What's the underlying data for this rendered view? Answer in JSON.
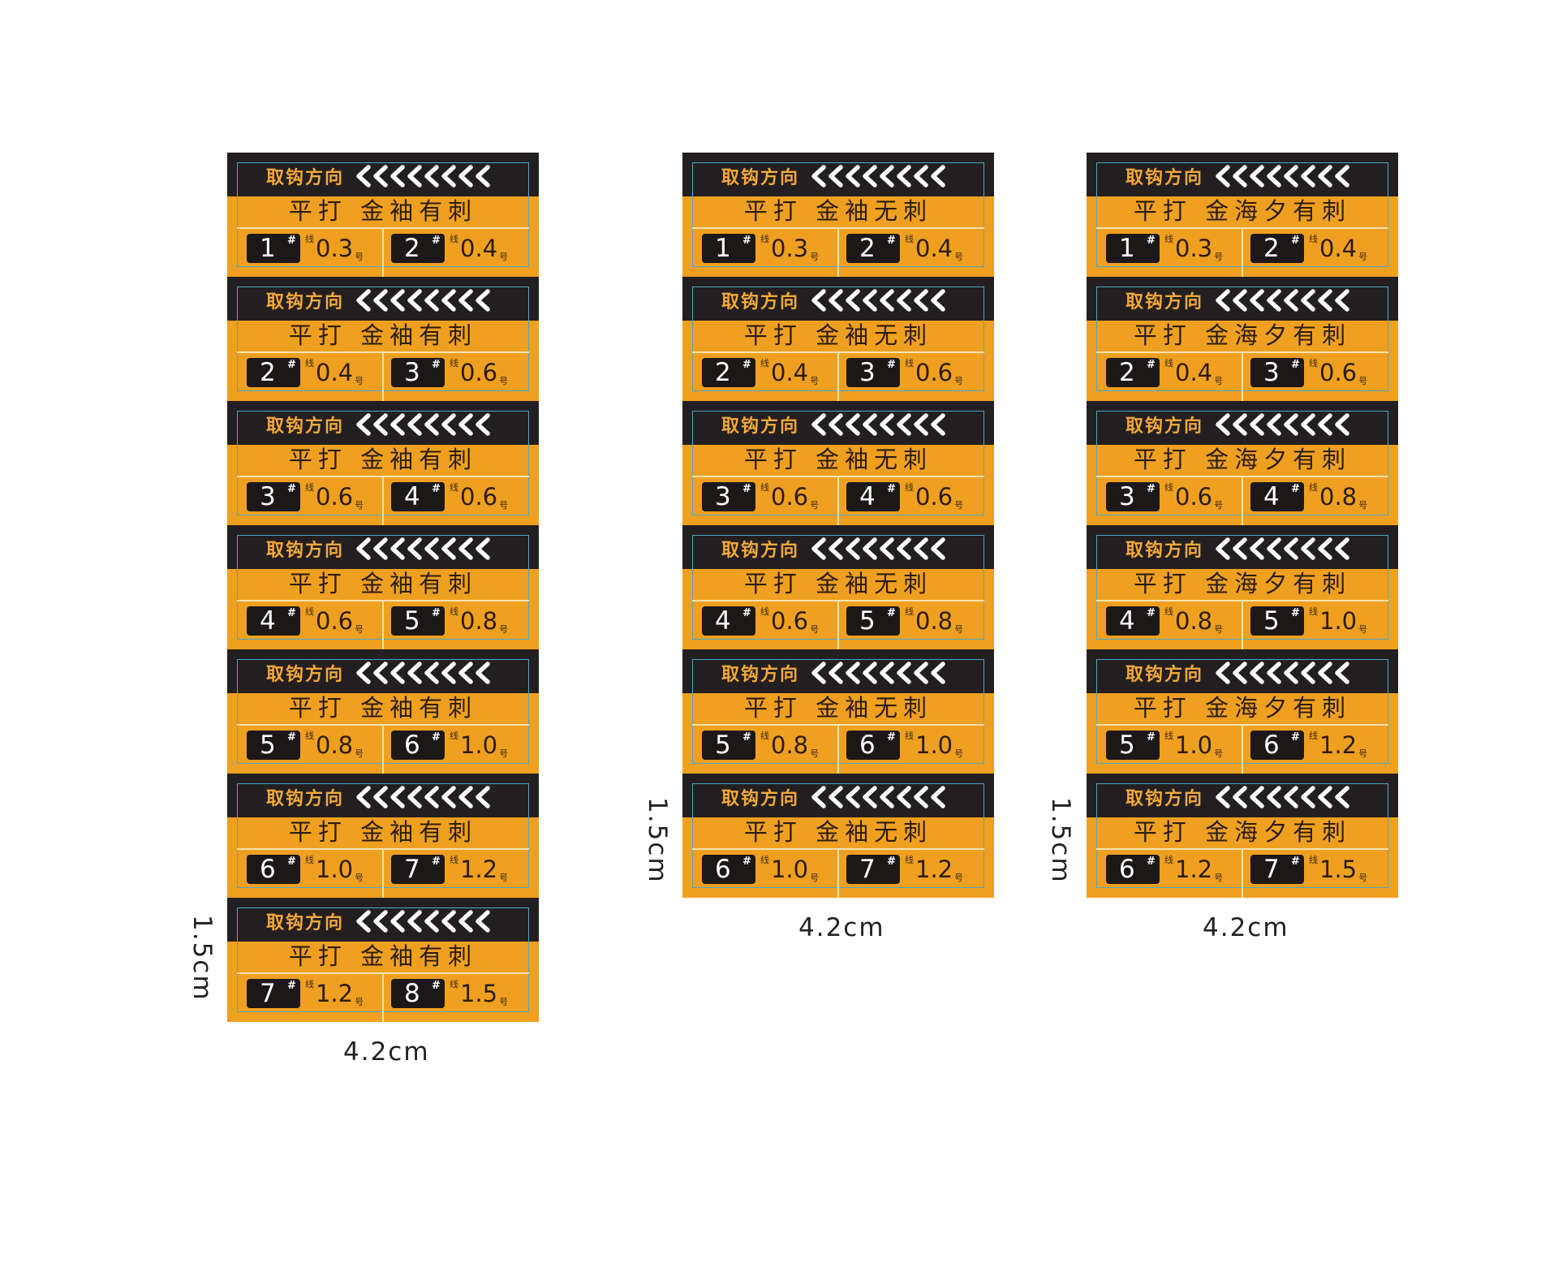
{
  "colors": {
    "label_orange": "#f0a020",
    "band_black": "#231f20",
    "direction_text": "#f4a93a",
    "frame_blue": "#4aa8c8"
  },
  "icon": "left-chevron-arrows",
  "columns": [
    {
      "width_label": "4.2cm",
      "height_label": "1.5cm",
      "labels": [
        {
          "direction": "取钩方向",
          "product": "平打 金袖有刺",
          "left": {
            "num": "1",
            "hash": "#",
            "line": "线",
            "size": "0.3",
            "unit": "号"
          },
          "right": {
            "num": "2",
            "hash": "#",
            "line": "线",
            "size": "0.4",
            "unit": "号"
          }
        },
        {
          "direction": "取钩方向",
          "product": "平打 金袖有刺",
          "left": {
            "num": "2",
            "hash": "#",
            "line": "线",
            "size": "0.4",
            "unit": "号"
          },
          "right": {
            "num": "3",
            "hash": "#",
            "line": "线",
            "size": "0.6",
            "unit": "号"
          }
        },
        {
          "direction": "取钩方向",
          "product": "平打 金袖有刺",
          "left": {
            "num": "3",
            "hash": "#",
            "line": "线",
            "size": "0.6",
            "unit": "号"
          },
          "right": {
            "num": "4",
            "hash": "#",
            "line": "线",
            "size": "0.6",
            "unit": "号"
          }
        },
        {
          "direction": "取钩方向",
          "product": "平打 金袖有刺",
          "left": {
            "num": "4",
            "hash": "#",
            "line": "线",
            "size": "0.6",
            "unit": "号"
          },
          "right": {
            "num": "5",
            "hash": "#",
            "line": "线",
            "size": "0.8",
            "unit": "号"
          }
        },
        {
          "direction": "取钩方向",
          "product": "平打 金袖有刺",
          "left": {
            "num": "5",
            "hash": "#",
            "line": "线",
            "size": "0.8",
            "unit": "号"
          },
          "right": {
            "num": "6",
            "hash": "#",
            "line": "线",
            "size": "1.0",
            "unit": "号"
          }
        },
        {
          "direction": "取钩方向",
          "product": "平打 金袖有刺",
          "left": {
            "num": "6",
            "hash": "#",
            "line": "线",
            "size": "1.0",
            "unit": "号"
          },
          "right": {
            "num": "7",
            "hash": "#",
            "line": "线",
            "size": "1.2",
            "unit": "号"
          }
        },
        {
          "direction": "取钩方向",
          "product": "平打 金袖有刺",
          "left": {
            "num": "7",
            "hash": "#",
            "line": "线",
            "size": "1.2",
            "unit": "号"
          },
          "right": {
            "num": "8",
            "hash": "#",
            "line": "线",
            "size": "1.5",
            "unit": "号"
          }
        }
      ]
    },
    {
      "width_label": "4.2cm",
      "height_label": "1.5cm",
      "labels": [
        {
          "direction": "取钩方向",
          "product": "平打 金袖无刺",
          "left": {
            "num": "1",
            "hash": "#",
            "line": "线",
            "size": "0.3",
            "unit": "号"
          },
          "right": {
            "num": "2",
            "hash": "#",
            "line": "线",
            "size": "0.4",
            "unit": "号"
          }
        },
        {
          "direction": "取钩方向",
          "product": "平打 金袖无刺",
          "left": {
            "num": "2",
            "hash": "#",
            "line": "线",
            "size": "0.4",
            "unit": "号"
          },
          "right": {
            "num": "3",
            "hash": "#",
            "line": "线",
            "size": "0.6",
            "unit": "号"
          }
        },
        {
          "direction": "取钩方向",
          "product": "平打 金袖无刺",
          "left": {
            "num": "3",
            "hash": "#",
            "line": "线",
            "size": "0.6",
            "unit": "号"
          },
          "right": {
            "num": "4",
            "hash": "#",
            "line": "线",
            "size": "0.6",
            "unit": "号"
          }
        },
        {
          "direction": "取钩方向",
          "product": "平打 金袖无刺",
          "left": {
            "num": "4",
            "hash": "#",
            "line": "线",
            "size": "0.6",
            "unit": "号"
          },
          "right": {
            "num": "5",
            "hash": "#",
            "line": "线",
            "size": "0.8",
            "unit": "号"
          }
        },
        {
          "direction": "取钩方向",
          "product": "平打 金袖无刺",
          "left": {
            "num": "5",
            "hash": "#",
            "line": "线",
            "size": "0.8",
            "unit": "号"
          },
          "right": {
            "num": "6",
            "hash": "#",
            "line": "线",
            "size": "1.0",
            "unit": "号"
          }
        },
        {
          "direction": "取钩方向",
          "product": "平打 金袖无刺",
          "left": {
            "num": "6",
            "hash": "#",
            "line": "线",
            "size": "1.0",
            "unit": "号"
          },
          "right": {
            "num": "7",
            "hash": "#",
            "line": "线",
            "size": "1.2",
            "unit": "号"
          }
        }
      ]
    },
    {
      "width_label": "4.2cm",
      "height_label": "1.5cm",
      "labels": [
        {
          "direction": "取钩方向",
          "product": "平打 金海夕有刺",
          "left": {
            "num": "1",
            "hash": "#",
            "line": "线",
            "size": "0.3",
            "unit": "号"
          },
          "right": {
            "num": "2",
            "hash": "#",
            "line": "线",
            "size": "0.4",
            "unit": "号"
          }
        },
        {
          "direction": "取钩方向",
          "product": "平打 金海夕有刺",
          "left": {
            "num": "2",
            "hash": "#",
            "line": "线",
            "size": "0.4",
            "unit": "号"
          },
          "right": {
            "num": "3",
            "hash": "#",
            "line": "线",
            "size": "0.6",
            "unit": "号"
          }
        },
        {
          "direction": "取钩方向",
          "product": "平打 金海夕有刺",
          "left": {
            "num": "3",
            "hash": "#",
            "line": "线",
            "size": "0.6",
            "unit": "号"
          },
          "right": {
            "num": "4",
            "hash": "#",
            "line": "线",
            "size": "0.8",
            "unit": "号"
          }
        },
        {
          "direction": "取钩方向",
          "product": "平打 金海夕有刺",
          "left": {
            "num": "4",
            "hash": "#",
            "line": "线",
            "size": "0.8",
            "unit": "号"
          },
          "right": {
            "num": "5",
            "hash": "#",
            "line": "线",
            "size": "1.0",
            "unit": "号"
          }
        },
        {
          "direction": "取钩方向",
          "product": "平打 金海夕有刺",
          "left": {
            "num": "5",
            "hash": "#",
            "line": "线",
            "size": "1.0",
            "unit": "号"
          },
          "right": {
            "num": "6",
            "hash": "#",
            "line": "线",
            "size": "1.2",
            "unit": "号"
          }
        },
        {
          "direction": "取钩方向",
          "product": "平打 金海夕有刺",
          "left": {
            "num": "6",
            "hash": "#",
            "line": "线",
            "size": "1.2",
            "unit": "号"
          },
          "right": {
            "num": "7",
            "hash": "#",
            "line": "线",
            "size": "1.5",
            "unit": "号"
          }
        }
      ]
    }
  ]
}
